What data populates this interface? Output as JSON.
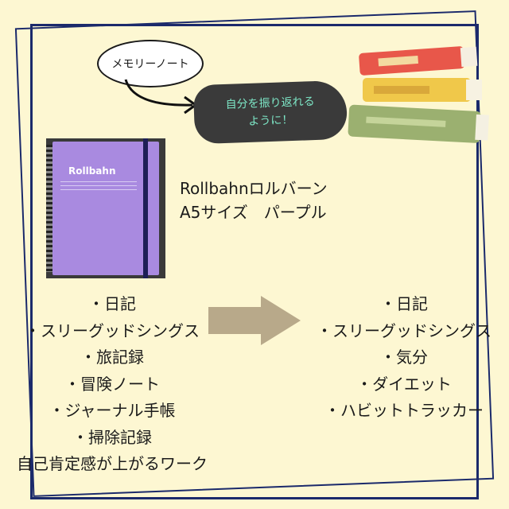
{
  "bubble_text": "メモリーノート",
  "blob_text_line1": "自分を振り返れる",
  "blob_text_line2": "ように！",
  "notebook": {
    "brand": "Rollbahn",
    "color": "#a98ae0"
  },
  "product": {
    "line1": "Rollbahnロルバーン",
    "line2": "A5サイズ　パープル"
  },
  "before_list": [
    "・日記",
    "・スリーグッドシングス",
    "・旅記録",
    "・冒険ノート",
    "・ジャーナル手帳",
    "・掃除記録",
    "自己肯定感が上がるワーク"
  ],
  "after_list": [
    "・日記",
    "・スリーグッドシングス",
    "・気分",
    "・ダイエット",
    "・ハビットトラッカー"
  ],
  "colors": {
    "background": "#fdf7d2",
    "frame": "#1b2a6b",
    "arrow": "#b8a98a",
    "blob": "#3a3a3a",
    "blob_text": "#7de6c6"
  }
}
